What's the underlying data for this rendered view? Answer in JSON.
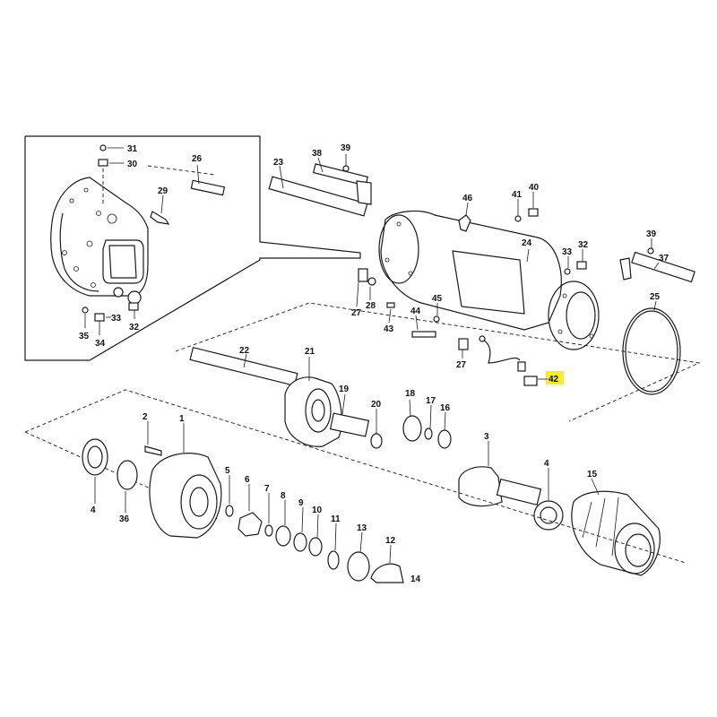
{
  "diagram": {
    "highlight_color": "#f3ef2e",
    "line_color": "#1a1a1a",
    "highlighted_label": "42",
    "callouts": {
      "inset": [
        "31",
        "30",
        "26",
        "29",
        "35",
        "34",
        "33",
        "32"
      ],
      "axle_housing": [
        "38",
        "39",
        "23",
        "46",
        "41",
        "40",
        "24",
        "33",
        "32",
        "39",
        "37",
        "25",
        "28",
        "27",
        "43",
        "44",
        "45",
        "27",
        "42"
      ],
      "drive": [
        "22",
        "21",
        "19",
        "20",
        "18",
        "17",
        "16",
        "3",
        "4",
        "15"
      ],
      "hub": [
        "2",
        "1",
        "4",
        "36",
        "5",
        "6",
        "7",
        "8",
        "9",
        "10",
        "11",
        "13",
        "12",
        "14"
      ]
    }
  }
}
